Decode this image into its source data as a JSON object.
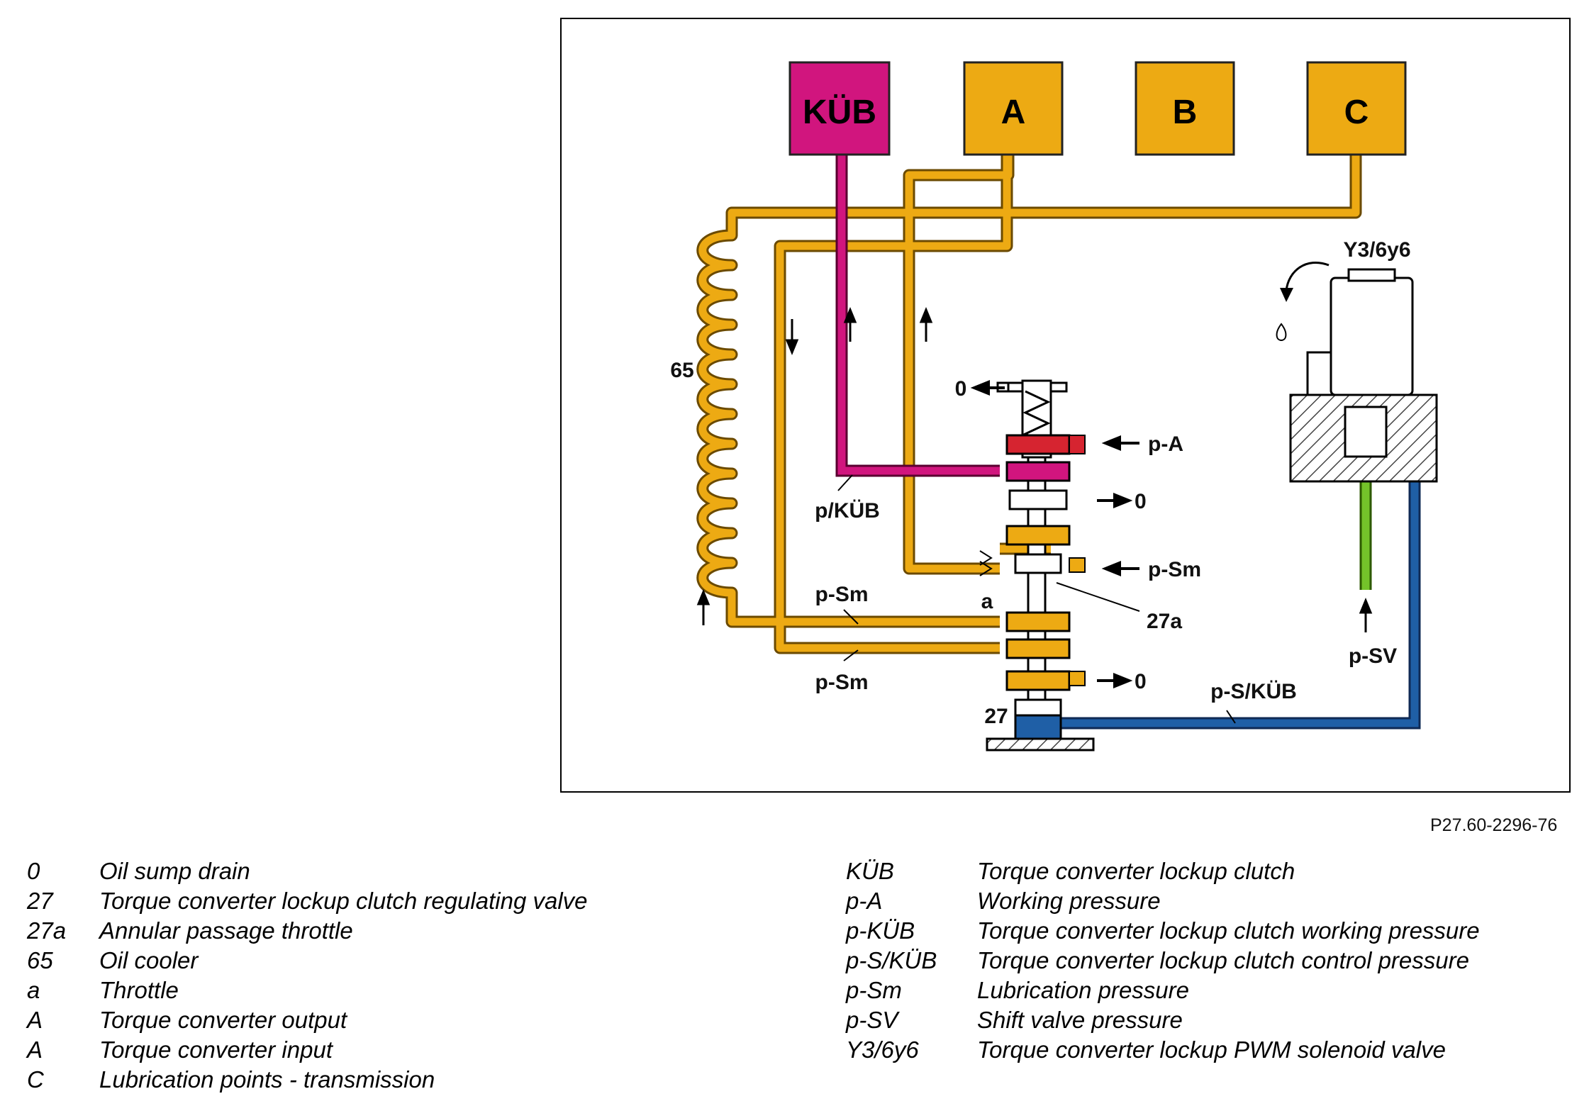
{
  "diagram": {
    "blocks": {
      "kub": "KÜB",
      "a": "A",
      "b": "B",
      "c": "C"
    },
    "labels": {
      "solenoid": "Y3/6y6",
      "cooler": "65",
      "drain_top": "0",
      "p_a": "p-A",
      "p_kub": "p/KÜB",
      "drain_mid": "0",
      "p_sm_right": "p-Sm",
      "throttle": "a",
      "annular": "27a",
      "p_sm_1": "p-Sm",
      "p_sm_2": "p-Sm",
      "drain_low": "0",
      "valve": "27",
      "p_s_kub": "p-S/KÜB",
      "p_sv": "p-SV"
    },
    "colors": {
      "lubrication": "#EDAA13",
      "lockup": "#D1157E",
      "control": "#1F5FA6",
      "shift": "#74C32A",
      "working": "#D62430"
    }
  },
  "figure_ref": "P27.60-2296-76",
  "legend_left": [
    {
      "key": "0",
      "desc": "Oil sump drain"
    },
    {
      "key": "27",
      "desc": "Torque converter lockup clutch regulating valve"
    },
    {
      "key": "27a",
      "desc": "Annular passage throttle"
    },
    {
      "key": "65",
      "desc": "Oil cooler"
    },
    {
      "key": "a",
      "desc": "Throttle"
    },
    {
      "key": "A",
      "desc": "Torque converter output"
    },
    {
      "key": "A",
      "desc": "Torque converter input"
    },
    {
      "key": "C",
      "desc": "Lubrication points - transmission"
    }
  ],
  "legend_right": [
    {
      "key": "KÜB",
      "desc": "Torque converter lockup clutch"
    },
    {
      "key": "p-A",
      "desc": "Working pressure"
    },
    {
      "key": "p-KÜB",
      "desc": "Torque converter lockup clutch working pressure"
    },
    {
      "key": "p-S/KÜB",
      "desc": "Torque converter lockup clutch control pressure"
    },
    {
      "key": "p-Sm",
      "desc": "Lubrication pressure"
    },
    {
      "key": "p-SV",
      "desc": "Shift valve pressure"
    },
    {
      "key": "Y3/6y6",
      "desc": "Torque converter lockup PWM solenoid valve"
    }
  ]
}
